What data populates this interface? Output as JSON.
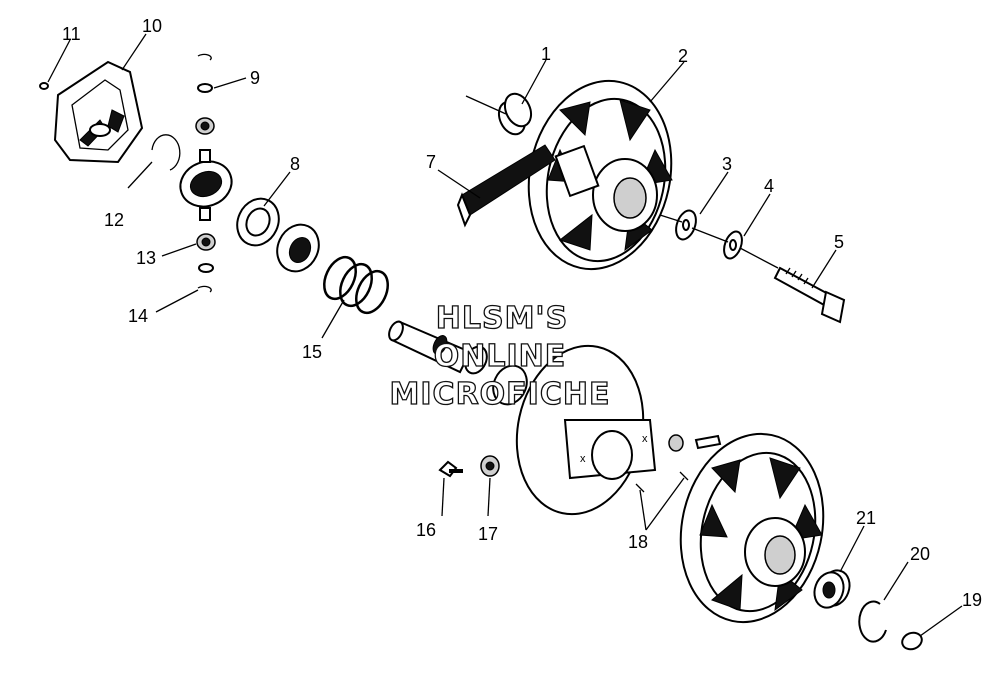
{
  "callouts": [
    {
      "id": "c1",
      "label": "1"
    },
    {
      "id": "c2",
      "label": "2"
    },
    {
      "id": "c3",
      "label": "3"
    },
    {
      "id": "c4",
      "label": "4"
    },
    {
      "id": "c5",
      "label": "5"
    },
    {
      "id": "c7",
      "label": "7"
    },
    {
      "id": "c8",
      "label": "8"
    },
    {
      "id": "c9",
      "label": "9"
    },
    {
      "id": "c10",
      "label": "10"
    },
    {
      "id": "c11",
      "label": "11"
    },
    {
      "id": "c12",
      "label": "12"
    },
    {
      "id": "c13",
      "label": "13"
    },
    {
      "id": "c14",
      "label": "14"
    },
    {
      "id": "c15",
      "label": "15"
    },
    {
      "id": "c16",
      "label": "16"
    },
    {
      "id": "c17",
      "label": "17"
    },
    {
      "id": "c18",
      "label": "18"
    },
    {
      "id": "c19",
      "label": "19"
    },
    {
      "id": "c20",
      "label": "20"
    },
    {
      "id": "c21",
      "label": "21"
    }
  ],
  "watermark": {
    "line1": "HLSM'S",
    "line2": "ONLINE",
    "line3": "MICROFICHE"
  }
}
